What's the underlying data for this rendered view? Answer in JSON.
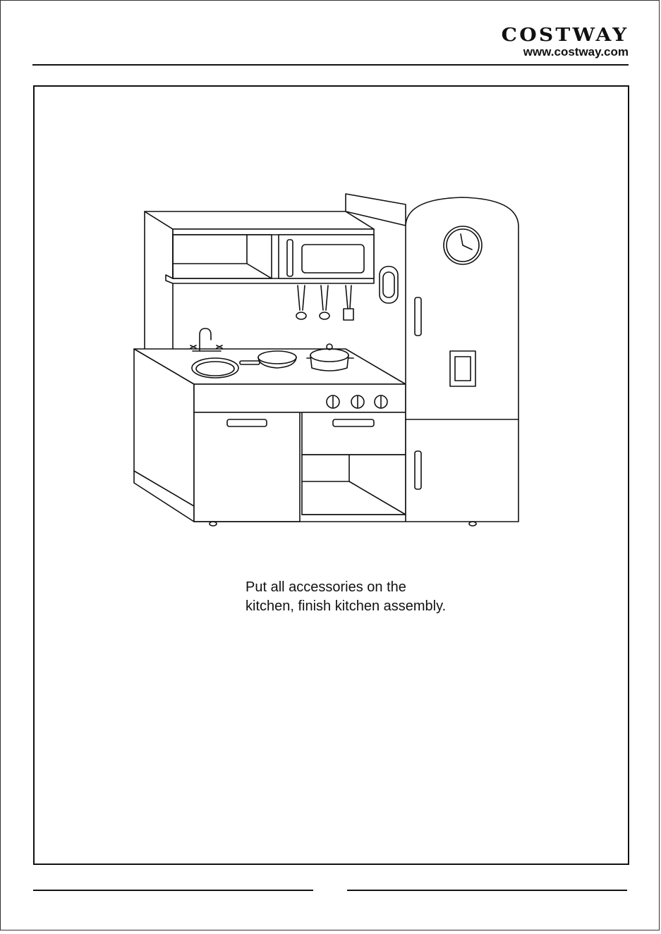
{
  "header": {
    "brand_name": "COSTWAY",
    "brand_url": "www.costway.com"
  },
  "instruction": {
    "text": "Put all accessories on the kitchen, finish kitchen assembly."
  },
  "illustration": {
    "subject": "kitchen-playset-line-drawing"
  }
}
